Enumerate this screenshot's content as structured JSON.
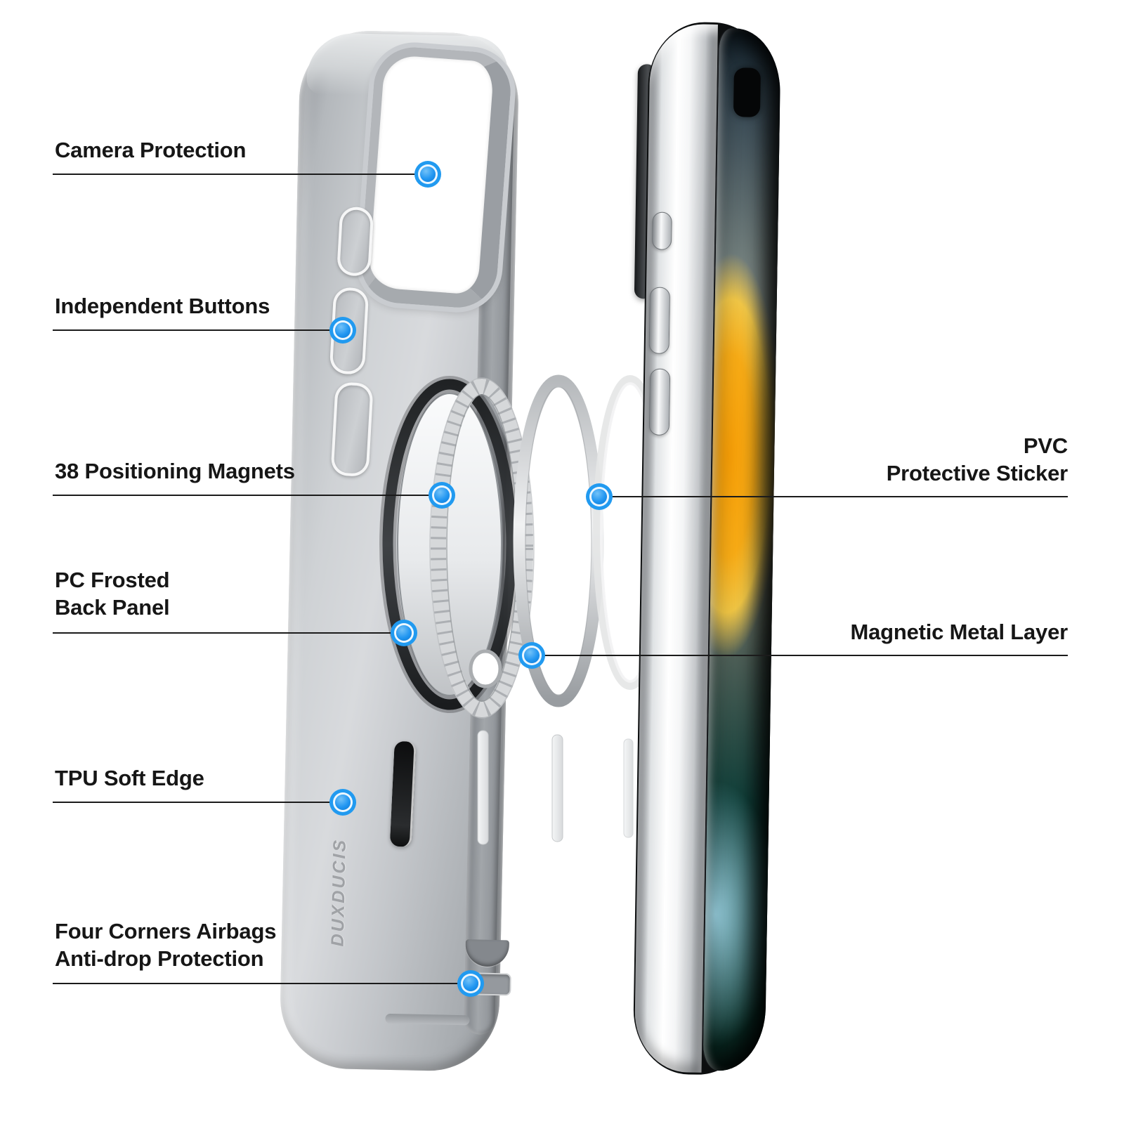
{
  "brand": {
    "logo_text": "DUXDUCIS"
  },
  "colors": {
    "accent_blue": "#2196f1",
    "callout_line": "#1b1b1b",
    "label_text": "#161616",
    "background": "#ffffff",
    "case_gray": "#c5c8cc",
    "screen_orange": "#f9a008",
    "screen_teal": "#11403a"
  },
  "callouts": {
    "left": [
      {
        "id": "camera-protection",
        "lines": [
          "Camera Protection"
        ]
      },
      {
        "id": "independent-buttons",
        "lines": [
          "Independent Buttons"
        ]
      },
      {
        "id": "positioning-magnets",
        "lines": [
          "38 Positioning Magnets"
        ]
      },
      {
        "id": "pc-frosted-back-panel",
        "lines": [
          "PC Frosted",
          "Back Panel"
        ]
      },
      {
        "id": "tpu-soft-edge",
        "lines": [
          "TPU Soft Edge"
        ]
      },
      {
        "id": "four-corners-airbags",
        "lines": [
          "Four Corners Airbags",
          "Anti-drop Protection"
        ]
      }
    ],
    "right": [
      {
        "id": "pvc-protective-sticker",
        "lines": [
          "PVC",
          "Protective Sticker"
        ]
      },
      {
        "id": "magnetic-metal-layer",
        "lines": [
          "Magnetic Metal Layer"
        ]
      }
    ]
  }
}
